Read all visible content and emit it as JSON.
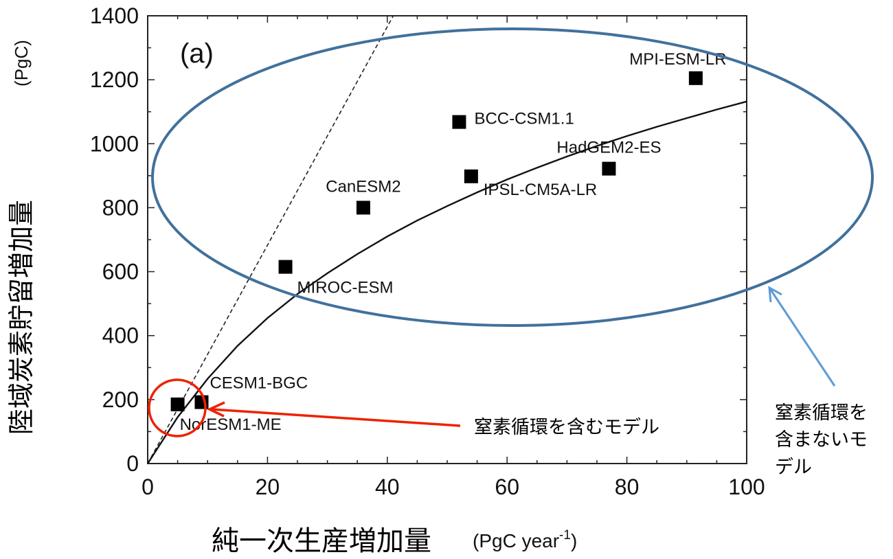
{
  "chart_data": {
    "type": "scatter",
    "panel_label": "(a)",
    "xlabel": "純一次生産増加量",
    "xlabel_unit": "(PgC year",
    "xlabel_unit_sup": "-1",
    "xlabel_unit_close": ")",
    "ylabel": "陸域炭素貯留増加量",
    "ylabel_unit": "(PgC)",
    "xlim": [
      0,
      100
    ],
    "ylim": [
      0,
      1400
    ],
    "x_ticks": [
      "0",
      "20",
      "40",
      "60",
      "80",
      "100"
    ],
    "y_ticks": [
      "0",
      "200",
      "400",
      "600",
      "800",
      "1000",
      "1200",
      "1400"
    ],
    "points": [
      {
        "name": "NorESM1-ME",
        "x": 5,
        "y": 185
      },
      {
        "name": "CESM1-BGC",
        "x": 9,
        "y": 192
      },
      {
        "name": "MIROC-ESM",
        "x": 23,
        "y": 615
      },
      {
        "name": "CanESM2",
        "x": 36,
        "y": 800
      },
      {
        "name": "BCC-CSM1.1",
        "x": 52,
        "y": 1068
      },
      {
        "name": "IPSL-CM5A-LR",
        "x": 54,
        "y": 898
      },
      {
        "name": "HadGEM2-ES",
        "x": 77,
        "y": 922
      },
      {
        "name": "MPI-ESM-LR",
        "x": 91.5,
        "y": 1205
      }
    ],
    "fit_curve": {
      "style": "solid",
      "x": [
        0,
        5,
        10,
        15,
        20,
        25,
        30,
        35,
        40,
        45,
        50,
        55,
        60,
        65,
        70,
        75,
        80,
        85,
        90,
        95,
        100
      ],
      "y": [
        0,
        145,
        265,
        368,
        455,
        530,
        595,
        655,
        710,
        760,
        805,
        848,
        888,
        925,
        960,
        993,
        1024,
        1053,
        1080,
        1107,
        1132
      ]
    },
    "reference_line": {
      "style": "dashed",
      "x": [
        0,
        41
      ],
      "y": [
        0,
        1400
      ]
    },
    "groups": [
      {
        "label": "窒素循環を含むモデル",
        "color": "#ee2200"
      },
      {
        "label": "窒素循環を含まないモデル",
        "color": "#41719c"
      }
    ]
  },
  "annotations": {
    "with_nitrogen": "窒素循環を含むモデル",
    "without_nitrogen_line1": "窒素循環を",
    "without_nitrogen_line2": "含まないモ",
    "without_nitrogen_line3": "デル"
  }
}
